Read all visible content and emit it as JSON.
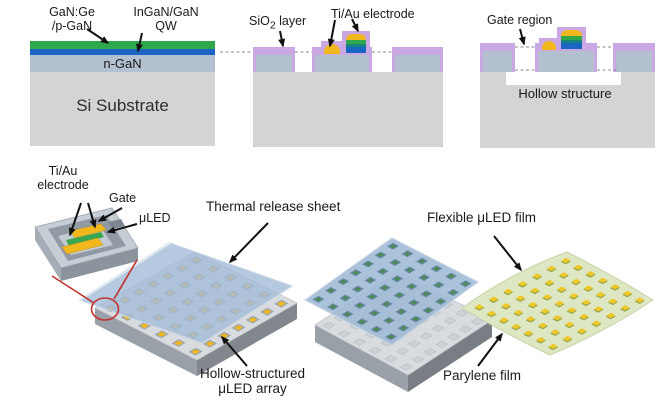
{
  "figure": {
    "background": "#ffffff",
    "colors": {
      "sio2_purple": "#c9a8e3",
      "p_gan_green": "#2fa84c",
      "qw_blue": "#1b66c4",
      "qw_teal": "#15857c",
      "ti_au_yellow": "#f2b71d",
      "n_gan_bluegray": "#b2c0cf",
      "si_substrate_gray": "#d3d4d6",
      "thermal_sheet_blue": "#a3bcd8",
      "parylene_green": "#dee7c3",
      "callout_red": "#c4312e"
    }
  },
  "step1": {
    "label_top1_line1": "GaN:Ge",
    "label_top1_line2": "/p-GaN",
    "label_top2_line1": "InGaN/GaN",
    "label_top2_line2": "QW",
    "n_gan": "n-GaN",
    "substrate": "Si Substrate"
  },
  "step2": {
    "sio2_prefix": "SiO",
    "sio2_sub": "2",
    "sio2_suffix": " layer",
    "electrode": "Ti/Au electrode"
  },
  "step3": {
    "gate_region": "Gate region",
    "hollow": "Hollow structure"
  },
  "inset": {
    "electrode_line1": "Ti/Au",
    "electrode_line2": "electrode",
    "gate": "Gate",
    "uled": "μLED"
  },
  "process": {
    "thermal_sheet": "Thermal release sheet",
    "array_line1": "Hollow-structured",
    "array_line2": "μLED array",
    "flexible_film": "Flexible μLED film",
    "parylene_film": "Parylene film"
  }
}
